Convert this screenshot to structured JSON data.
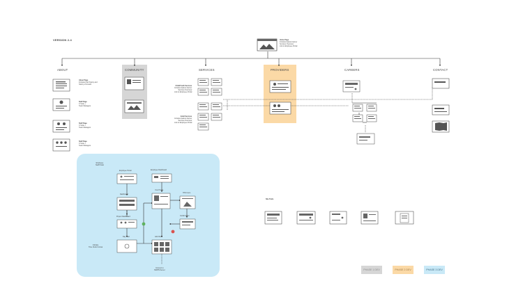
{
  "version": "VERSION 2.4",
  "home": {
    "title": "Home Page",
    "lines": [
      "Includes feature banner",
      "Services Overview",
      "Link to Employee Portal"
    ]
  },
  "sections": [
    "ABOUT",
    "COMMUNITY",
    "SERVICES",
    "PROVIDERS",
    "CAREERS",
    "CONTACT"
  ],
  "about": [
    {
      "title": "About Page",
      "lines": [
        "Includes brief history and",
        "history of Growth"
      ]
    },
    {
      "title": "Staff Page",
      "lines": [
        "C Suite +",
        "Team Managers"
      ]
    },
    {
      "title": "Staff Page",
      "lines": [
        "C Suite +",
        "Team Managers"
      ]
    },
    {
      "title": "Staff Page",
      "lines": [
        "C Suite +",
        "Team Managers"
      ]
    }
  ],
  "services": [
    {
      "title": "Child/Youth Services",
      "lines": [
        "Includes feature banner",
        "Services Overview",
        "Link to Employee Portal"
      ]
    },
    {
      "title": "Adult Services",
      "lines": [
        "Includes feature banner",
        "Services Overview",
        "Link to Employee Portal"
      ]
    }
  ],
  "portal": {
    "title_lines": [
      "Employee",
      "Staff Portal"
    ],
    "employee_portal": "Employee Portal",
    "employee_dashboard": "Employee Dashboard",
    "dashboard": "Dashboard",
    "your_profile": "Your Profile",
    "project_dashboard": "Project Dashboard",
    "hto_form": "HTO Form",
    "confirmation": "Confirmation",
    "day_start": "Day Start",
    "add_client": "Add Client",
    "aside_lines": [
      "Indicate",
      "Time Clock Format"
    ],
    "connect_lines": [
      "Connect to",
      "SSPPS Server"
    ]
  },
  "site_types_label": "Site Trails",
  "legend": [
    {
      "label": "PHASE 1 DEV",
      "color": "#d6d6d6",
      "text": "#8a8a8a"
    },
    {
      "label": "PHASE 2 DEV",
      "color": "#fbd9a6",
      "text": "#a07a45"
    },
    {
      "label": "PHASE 3 DEV",
      "color": "#c9e9f7",
      "text": "#3f6d85"
    }
  ],
  "colors": {
    "community_bg": "#d6d6d6",
    "providers_bg": "#fbd9a6",
    "portal_bg": "#c9e9f7",
    "line": "#333333",
    "accept": "#5fb25f",
    "reject": "#d9534f"
  },
  "icons": [
    "browser-window-icon",
    "person-card-icon",
    "image-card-icon",
    "accept-icon",
    "reject-icon",
    "mail-icon",
    "document-icon",
    "map-icon"
  ]
}
